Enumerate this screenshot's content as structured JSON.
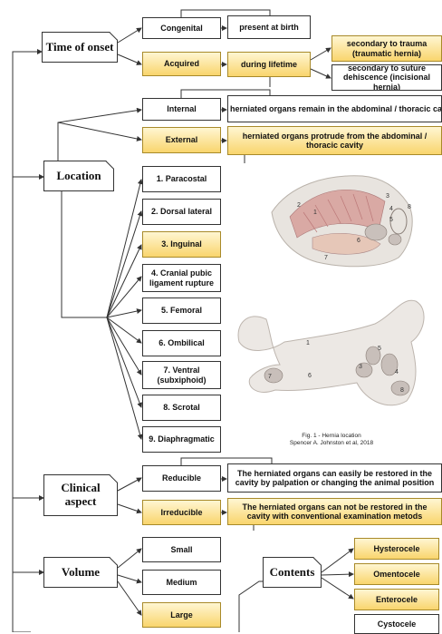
{
  "onset": {
    "title": "Time of onset",
    "congenital": "Congenital",
    "congenital_desc": "present at birth",
    "acquired": "Acquired",
    "acquired_desc": "during lifetime",
    "trauma": "secondary to trauma (traumatic hernia)",
    "suture": "secondary to suture dehiscence (incisional hernia)"
  },
  "location": {
    "title": "Location",
    "internal": "Internal",
    "internal_desc": "herniated organs remain in the abdominal / thoracic cavity",
    "external": "External",
    "external_desc": "herniated organs protrude from the abdominal / thoracic cavity",
    "items": [
      "1. Paracostal",
      "2. Dorsal lateral",
      "3. Inguinal",
      "4. Cranial pubic ligament rupture",
      "5. Femoral",
      "6. Ombilical",
      "7. Ventral (subxiphoid)",
      "8. Scrotal",
      "9. Diaphragmatic"
    ],
    "figure_caption_1": "Fig. 1 - Hernia location",
    "figure_caption_2": "Spencer A. Johnston et al, 2018",
    "lateral_numbers": [
      "1",
      "2",
      "3",
      "4",
      "5",
      "6",
      "7",
      "8"
    ],
    "ventral_numbers": [
      "1",
      "3",
      "4",
      "5",
      "6",
      "7",
      "8"
    ]
  },
  "clinical": {
    "title": "Clinical aspect",
    "reducible": "Reducible",
    "reducible_desc": "The herniated organs can easily be restored in the cavity by palpation or changing the animal position",
    "irreducible": "Irreducible",
    "irreducible_desc": "The herniated organs can not be restored in the cavity with conventional examination metods"
  },
  "volume": {
    "title": "Volume",
    "small": "Small",
    "medium": "Medium",
    "large": "Large"
  },
  "contents": {
    "title": "Contents",
    "items": [
      "Hysterocele",
      "Omentocele",
      "Enterocele",
      "Cystocele"
    ]
  },
  "colors": {
    "highlight": "#f9d56d",
    "line": "#333333"
  }
}
